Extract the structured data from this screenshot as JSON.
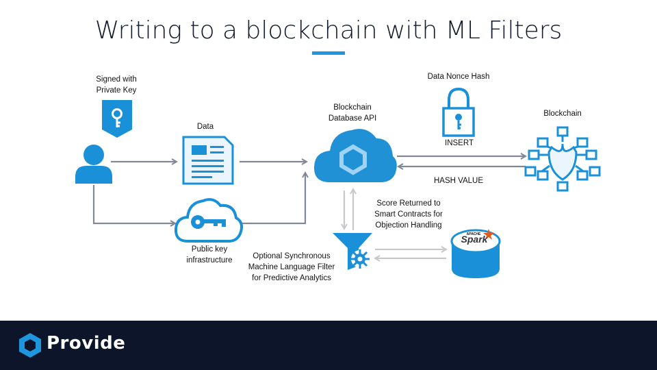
{
  "title": "Writing to a blockchain with ML Filters",
  "accent_color": "#1f97df",
  "line_color": "#808894",
  "secondary_line_color": "#c6c8cc",
  "icon_color": "#1a90d8",
  "nodes": {
    "signed": {
      "label": "Signed with\nPrivate Key",
      "icon": "key-badge-icon"
    },
    "user": {
      "icon": "user-icon"
    },
    "data": {
      "label": "Data",
      "icon": "document-icon"
    },
    "pki": {
      "label": "Public key\ninfrastructure",
      "icon": "key-cloud-icon"
    },
    "api": {
      "label": "Blockchain\nDatabase API",
      "icon": "cloud-api-icon"
    },
    "nonce": {
      "label": "Data Nonce Hash",
      "icon": "padlock-icon"
    },
    "blockchain": {
      "label": "Blockchain",
      "icon": "blockchain-network-icon"
    },
    "filter": {
      "label": "Optional Synchronous\nMachine Language Filter\nfor Predictive Analytics",
      "icon": "funnel-gear-icon"
    },
    "spark": {
      "logo_text": "Spark",
      "logo_small": "APACHE",
      "icon": "database-icon"
    }
  },
  "edges": {
    "insert": "INSERT",
    "hash_value": "HASH VALUE",
    "score": "Score Returned to\nSmart Contracts for\nObjection Handling"
  },
  "footer": {
    "brand": "Provide",
    "background": "#0c1529"
  }
}
